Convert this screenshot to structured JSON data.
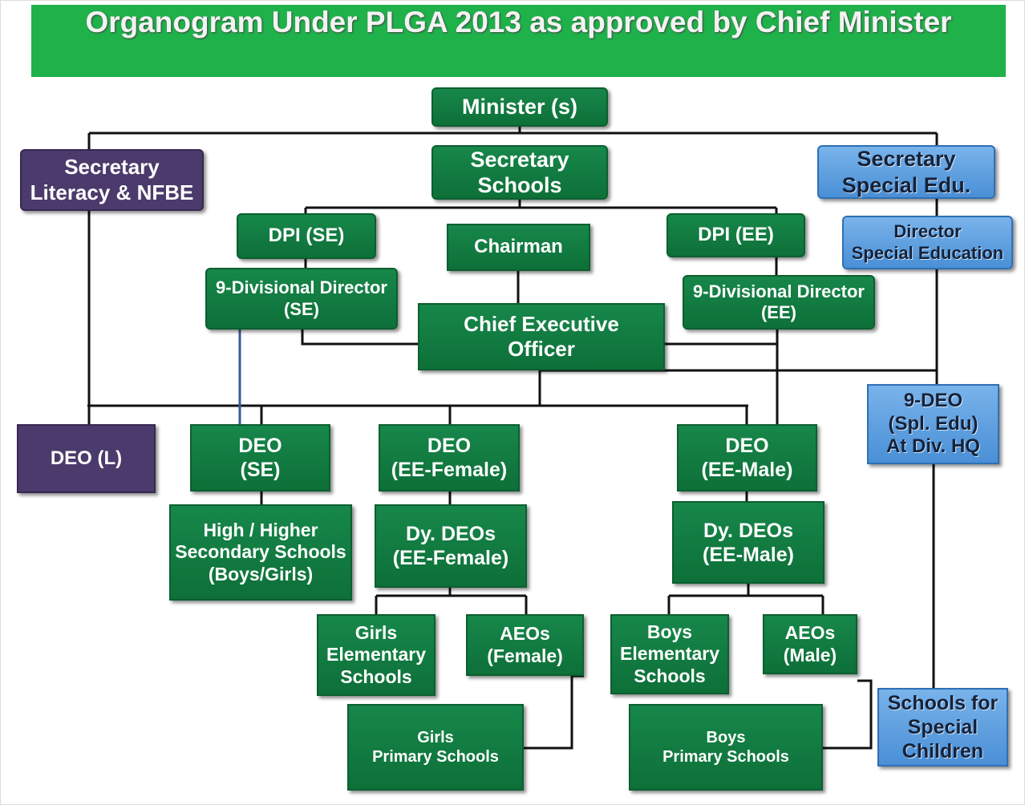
{
  "title": "Organogram Under PLGA 2013 as approved by Chief Minister",
  "nodes": {
    "minister": "Minister (s)",
    "sec_literacy": "Secretary\nLiteracy & NFBE",
    "sec_schools": "Secretary\nSchools",
    "sec_special": "Secretary\nSpecial Edu.",
    "dpi_se": "DPI (SE)",
    "chairman": "Chairman",
    "dpi_ee": "DPI (EE)",
    "dir_special": "Director\nSpecial Education",
    "div_se": "9-Divisional Director\n(SE)",
    "ceo": "Chief Executive\nOfficer",
    "div_ee": "9-Divisional Director\n(EE)",
    "deo_spl": "9-DEO\n(Spl. Edu)\nAt Div. HQ",
    "deo_l": "DEO (L)",
    "deo_se": "DEO\n(SE)",
    "deo_eef": "DEO\n(EE-Female)",
    "deo_eem": "DEO\n(EE-Male)",
    "high": "High / Higher\nSecondary Schools\n(Boys/Girls)",
    "dydeo_f": "Dy. DEOs\n(EE-Female)",
    "dydeo_m": "Dy. DEOs\n(EE-Male)",
    "girls_elem": "Girls\nElementary\nSchools",
    "aeo_f": "AEOs\n(Female)",
    "boys_elem": "Boys\nElementary\nSchools",
    "aeo_m": "AEOs\n(Male)",
    "girls_primary": "Girls\nPrimary Schools",
    "boys_primary": "Boys\nPrimary Schools",
    "special_children": "Schools for\nSpecial\nChildren"
  }
}
